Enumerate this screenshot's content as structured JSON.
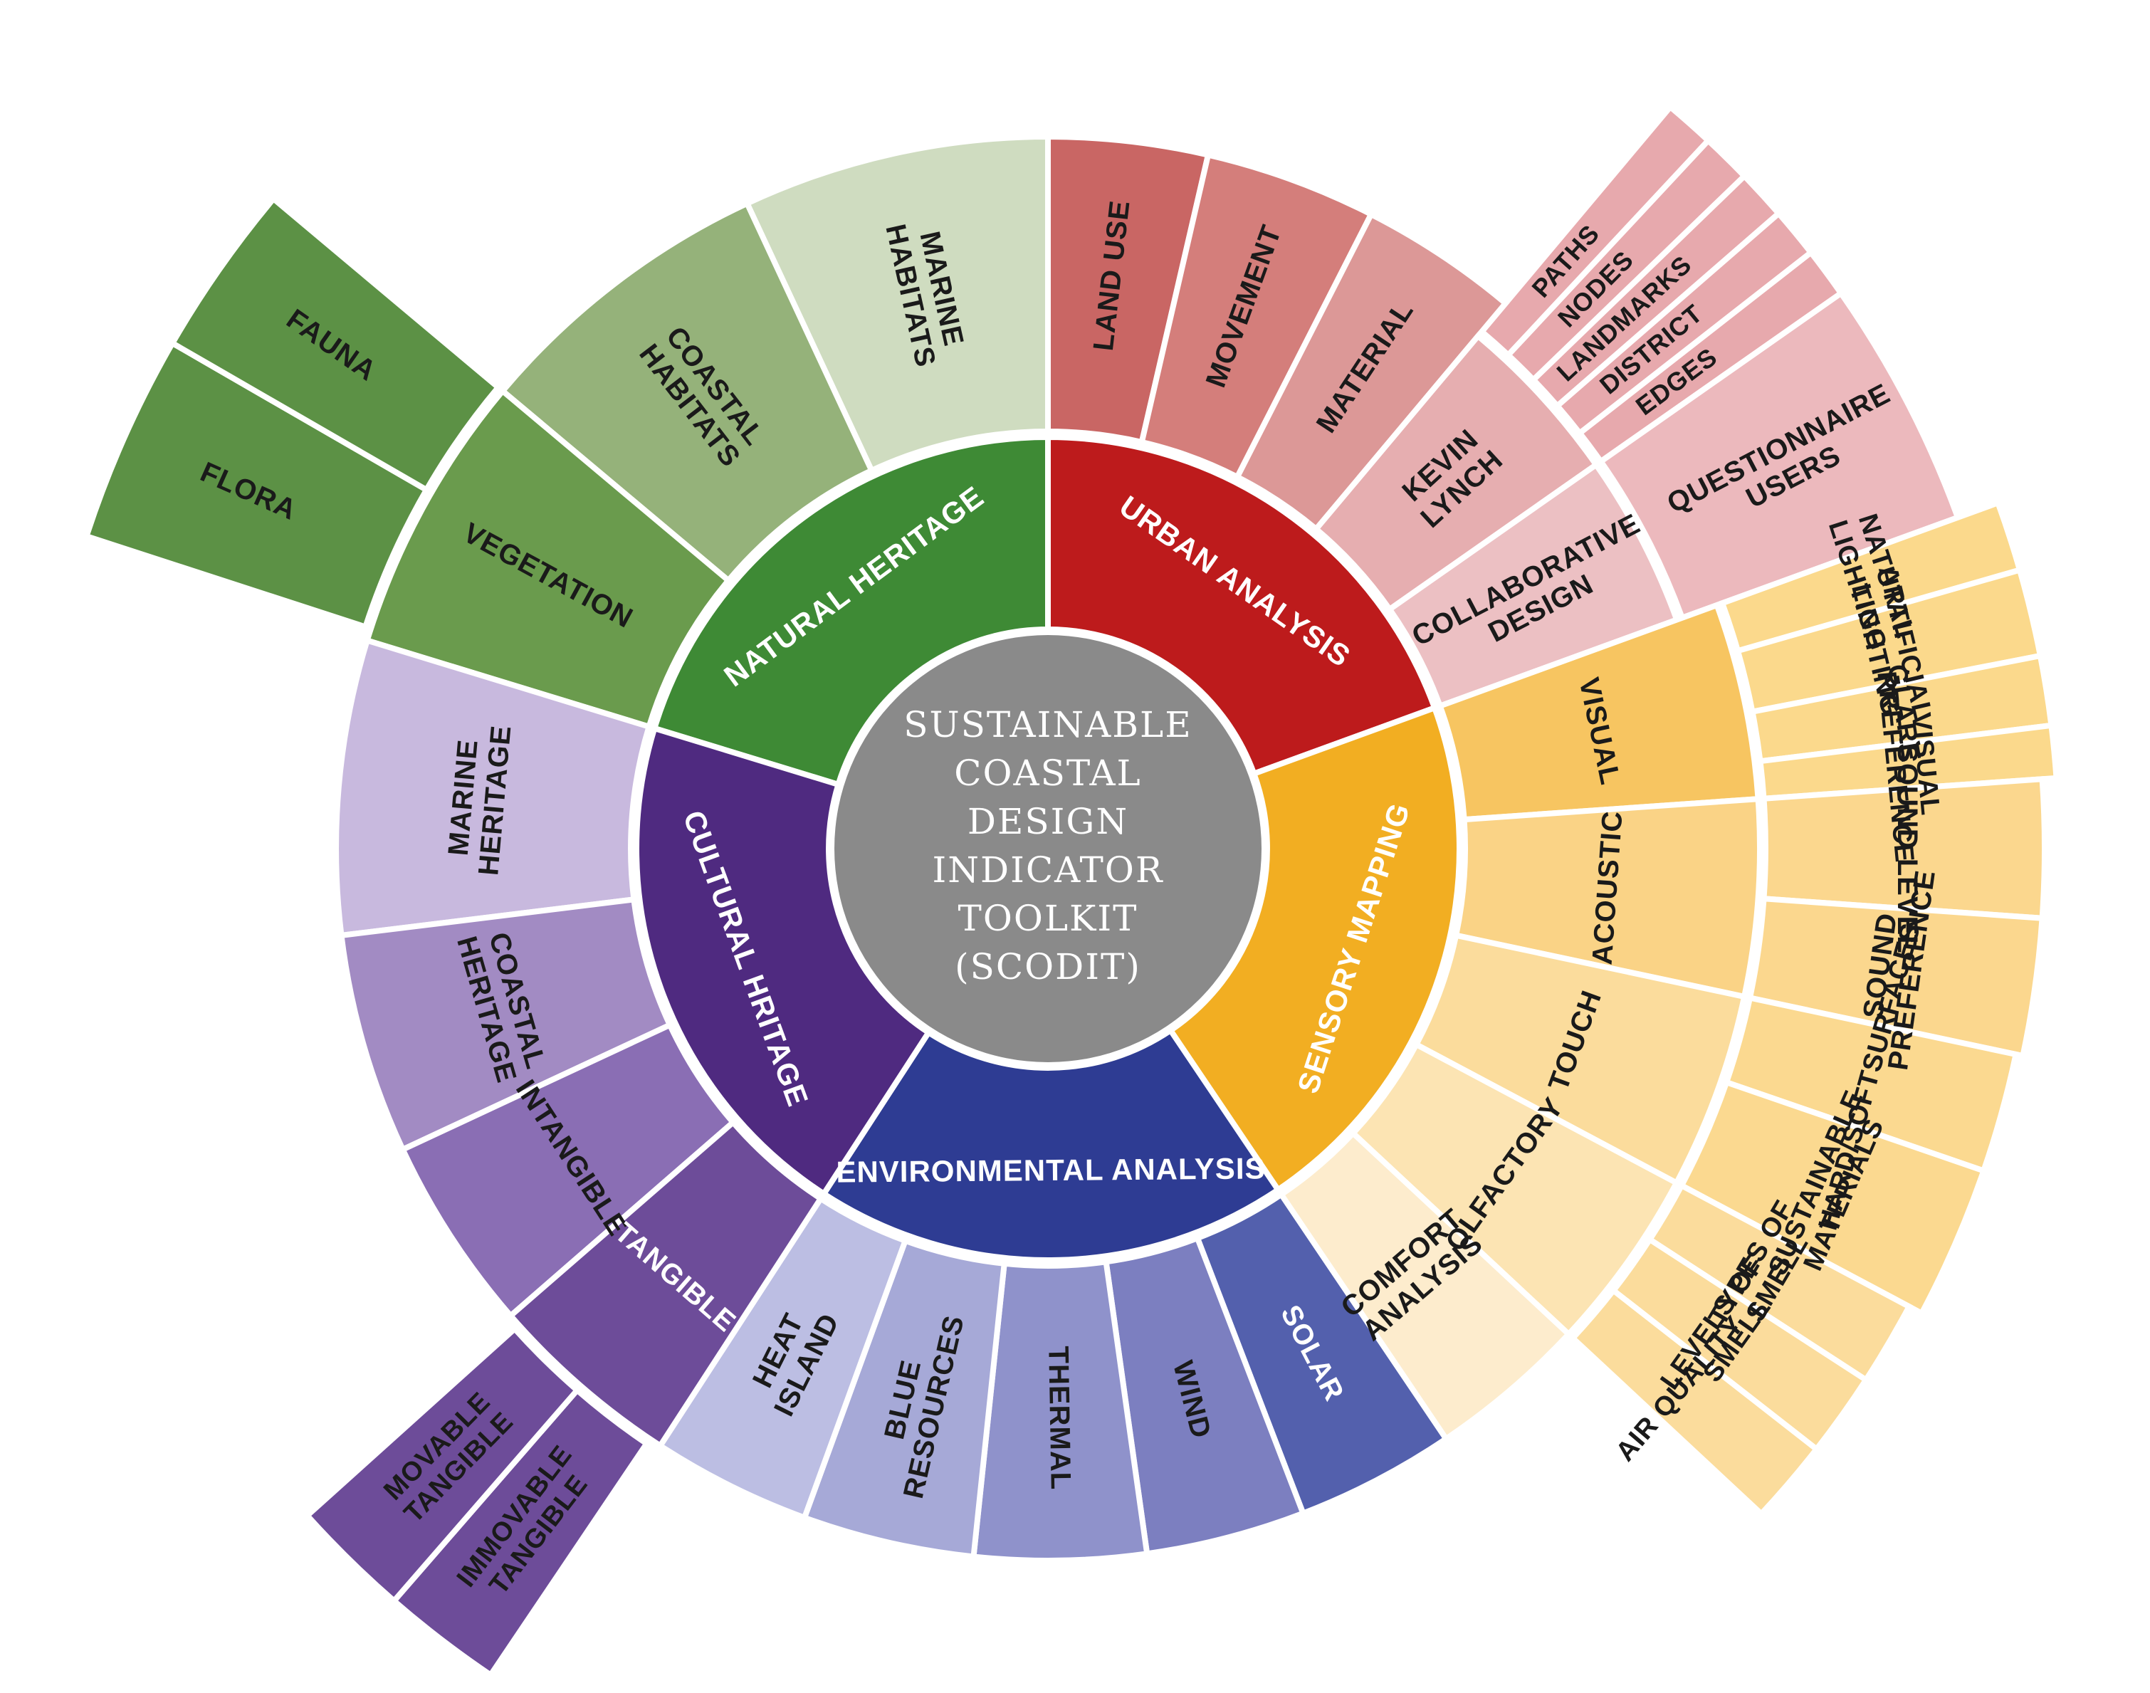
{
  "center": {
    "lines": [
      "SUSTAINABLE",
      "COASTAL",
      "DESIGN",
      "INDICATOR",
      "TOOLKIT",
      "(SCODIT)"
    ],
    "color": "#8a8a8a"
  },
  "colors": {
    "natural": {
      "main": "#3e8a35",
      "l1": [
        "#cfdcc0",
        "#95b27a",
        "#6a9b4d"
      ],
      "l2": "#5c9145"
    },
    "urban": {
      "main": "#bd1b1c",
      "l1": [
        "#c96664",
        "#d47e7b",
        "#dc9897",
        "#e6aeb0",
        "#ecc0c3"
      ],
      "l2": "#e7a9ad"
    },
    "sensory": {
      "main": "#f2ae22",
      "l1": [
        "#f7c561",
        "#fad386",
        "#fbdc9c",
        "#fce4b3",
        "#fdeccd"
      ],
      "l2": "#fbd98c"
    },
    "environmental": {
      "main": "#2e3c93",
      "l1": [
        "#5360ad",
        "#7c7fc0",
        "#8f92cb",
        "#a6a9d7",
        "#bcbee3"
      ]
    },
    "cultural": {
      "main": "#4f2a80",
      "l1": [
        "#c8b9de",
        "#a28bc3",
        "#8a6eb4",
        "#6d4c99"
      ],
      "l2": "#6d4c99"
    }
  },
  "categories": [
    {
      "id": "natural",
      "label": "NATURAL HERITAGE"
    },
    {
      "id": "urban",
      "label": "URBAN ANALYSIS"
    },
    {
      "id": "sensory",
      "label": "SENSORY MAPPING"
    },
    {
      "id": "environmental",
      "label": "ENVIRONMENTAL ANALYSIS"
    },
    {
      "id": "cultural",
      "label": "CULTURAL HRITAGE"
    }
  ],
  "subcategories": {
    "natural": [
      "MARINE HABITATS",
      "COASTAL HABITATS",
      "VEGETATION"
    ],
    "urban": [
      "LAND USE",
      "MOVEMENT",
      "MATERIAL",
      "KEVIN LYNCH",
      "COLLABORATIVE DESIGN"
    ],
    "sensory": [
      "VISUAL",
      "ACOUSTIC",
      "TOUCH",
      "OLFACTORY",
      "COMFORT ANALYSIS"
    ],
    "environmental": [
      "SOLAR",
      "WIND",
      "THERMAL",
      "BLUE RESOURCES",
      "HEAT ISLAND"
    ],
    "cultural": [
      "MARINE HERITAGE",
      "COASTAL HERITAGE",
      "INTANGIBLE",
      "TANGIBLE"
    ]
  },
  "details": {
    "vegetation": [
      "FLORA",
      "FAUNA"
    ],
    "kevin_lynch": [
      "PATHS",
      "NODES",
      "LANDMARKS",
      "DISTRICT",
      "EDGES"
    ],
    "collaborative_design": [
      "QUESTIONNAIRE USERS"
    ],
    "visual": [
      "NATUTAL LIGHTING",
      "ARTIFICIAL LIGHTING",
      "GLARE",
      "VISUAL PREFERENCE"
    ],
    "acoustic": [
      "SOUND LEVEL",
      "SOUND PREFERENCE"
    ],
    "touch": [
      "HARD/SOFTSURFACES",
      "SUSTAINABLE MATERIALS"
    ],
    "olfactory": [
      "TYPES OF SMELL",
      "LEVELS OF SMELL",
      "AIR QUALITY"
    ],
    "tangible": [
      "IMMOVABLE TANGIBLE",
      "MOVABLE TANGIBLE"
    ]
  }
}
